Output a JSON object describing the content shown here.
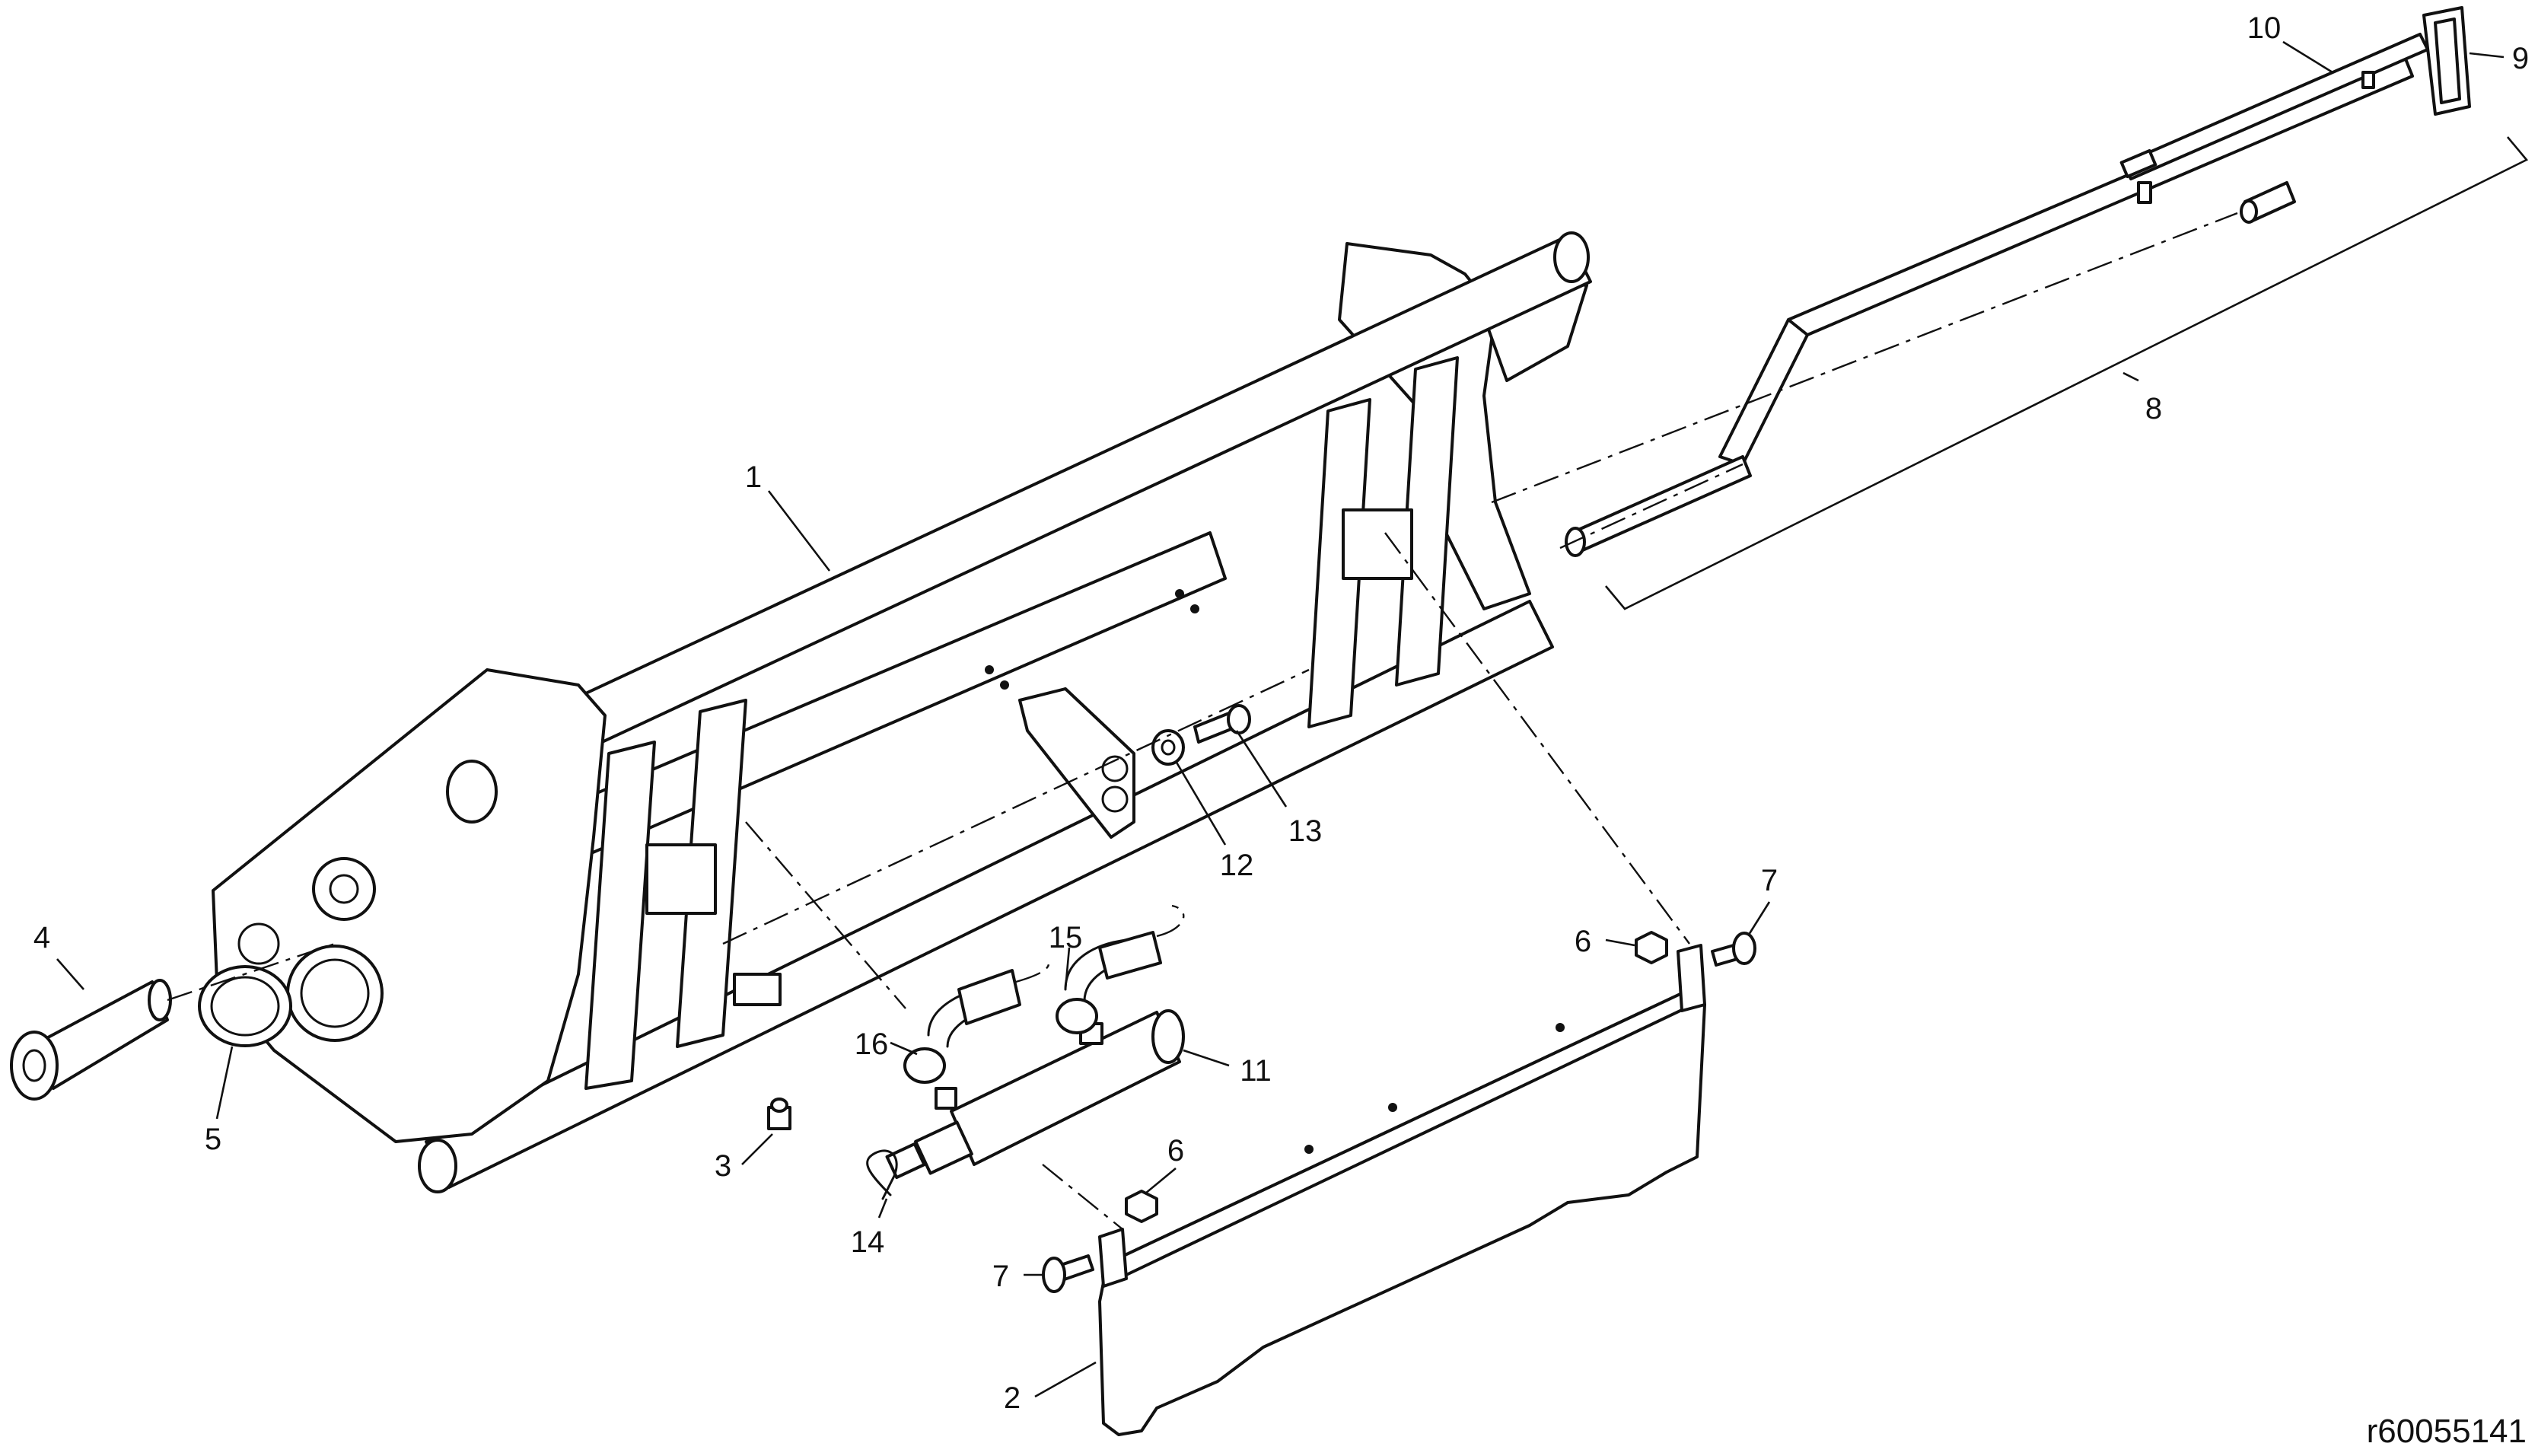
{
  "figure": {
    "reference_code": "r60055141"
  },
  "callouts": [
    {
      "id": "c1",
      "label": "1"
    },
    {
      "id": "c2",
      "label": "2"
    },
    {
      "id": "c3",
      "label": "3"
    },
    {
      "id": "c4",
      "label": "4"
    },
    {
      "id": "c5",
      "label": "5"
    },
    {
      "id": "c6a",
      "label": "6"
    },
    {
      "id": "c6b",
      "label": "6"
    },
    {
      "id": "c7a",
      "label": "7"
    },
    {
      "id": "c7b",
      "label": "7"
    },
    {
      "id": "c8",
      "label": "8"
    },
    {
      "id": "c9",
      "label": "9"
    },
    {
      "id": "c10",
      "label": "10"
    },
    {
      "id": "c11",
      "label": "11"
    },
    {
      "id": "c12",
      "label": "12"
    },
    {
      "id": "c13",
      "label": "13"
    },
    {
      "id": "c14",
      "label": "14"
    },
    {
      "id": "c15",
      "label": "15"
    },
    {
      "id": "c16",
      "label": "16"
    }
  ],
  "colors": {
    "line": "#111111",
    "background": "#ffffff"
  }
}
